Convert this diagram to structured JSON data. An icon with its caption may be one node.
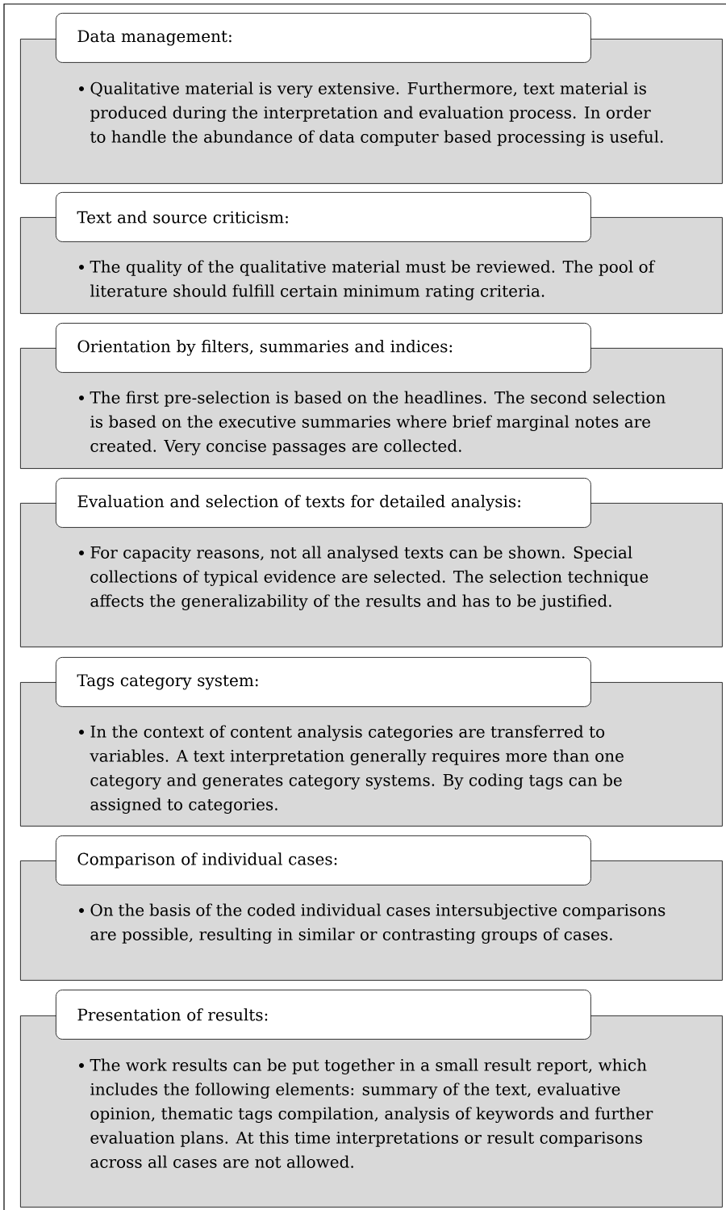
{
  "diagram": {
    "nodes": [
      {
        "text": [
          "Data management:"
        ]
      },
      {
        "text": [
          "Qualitative material is very extensive. Furthermore, text material is produced during the interpretation and evaluation process. In order to handle the abundance of data computer based processing is useful."
        ]
      },
      {
        "text": [
          "Text and source criticism:"
        ]
      },
      {
        "text": [
          "The quality of the qualitative material must be reviewed. The pool of literature should fulfill certain minimum rating criteria."
        ]
      },
      {
        "text": [
          "Orientation by filters, summaries and indices:"
        ]
      },
      {
        "text": [
          "The first pre-selection is based on the headlines. The second selection is based on the executive summaries where brief marginal notes are created. Very concise passages are collected."
        ]
      },
      {
        "text": [
          "Evaluation and selection of texts for detailed analysis:"
        ]
      },
      {
        "text": [
          "For capacity reasons, not all analysed texts can be shown. Special collections of typical evidence are selected. The selection technique affects the generalizability of the results and has to be justified."
        ]
      },
      {
        "text": [
          "Tags category system:"
        ]
      },
      {
        "text": [
          "In the context of content analysis categories are transferred to variables. A text interpretation generally requires more than one category and generates category systems. By coding tags can be assigned to categories."
        ]
      },
      {
        "text": [
          "Comparison of individual cases:"
        ]
      },
      {
        "text": [
          "On the basis of the coded individual cases intersubjective comparisons are possible, resulting in similar or contrasting groups of cases."
        ]
      },
      {
        "text": [
          "Presentation of results:"
        ]
      },
      {
        "text": [
          "The work results can be put together in a small result report, which includes the following elements: summary of the text, evaluative opinion, thematic tags compilation, analysis of keywords and further evaluation plans. At this time interpretations or result comparisons across all cases are not allowed."
        ]
      }
    ]
  }
}
